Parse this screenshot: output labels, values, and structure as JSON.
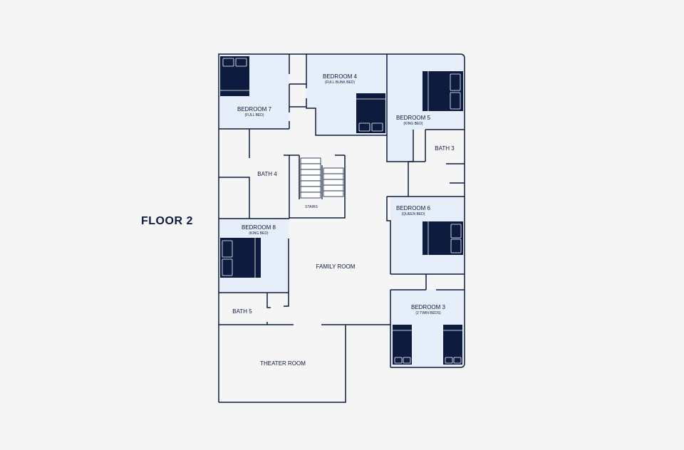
{
  "floor_title": "FLOOR 2",
  "colors": {
    "background": "#f5f5f5",
    "wall": "#0d1b3f",
    "bedroom_fill": "#e6eef9",
    "bed": "#0d1b3f"
  },
  "rooms": {
    "bedroom7": {
      "name": "BEDROOM 7",
      "bed": "(FULL BED)"
    },
    "bedroom4": {
      "name": "BEDROOM 4",
      "bed": "(FULL BUNK BED)"
    },
    "bedroom5": {
      "name": "BEDROOM 5",
      "bed": "(KING BED)"
    },
    "bath3": {
      "name": "BATH 3"
    },
    "bath4": {
      "name": "BATH 4"
    },
    "stairs": {
      "name": "STAIRS"
    },
    "bedroom6": {
      "name": "BEDROOM 6",
      "bed": "(QUEEN BED)"
    },
    "bedroom8": {
      "name": "BEDROOM 8",
      "bed": "(KING BED)"
    },
    "family_room": {
      "name": "FAMILY ROOM"
    },
    "bath5": {
      "name": "BATH 5"
    },
    "bedroom3": {
      "name": "BEDROOM 3",
      "bed": "(2 TWIN BEDS)"
    },
    "theater_room": {
      "name": "THEATER ROOM"
    }
  }
}
